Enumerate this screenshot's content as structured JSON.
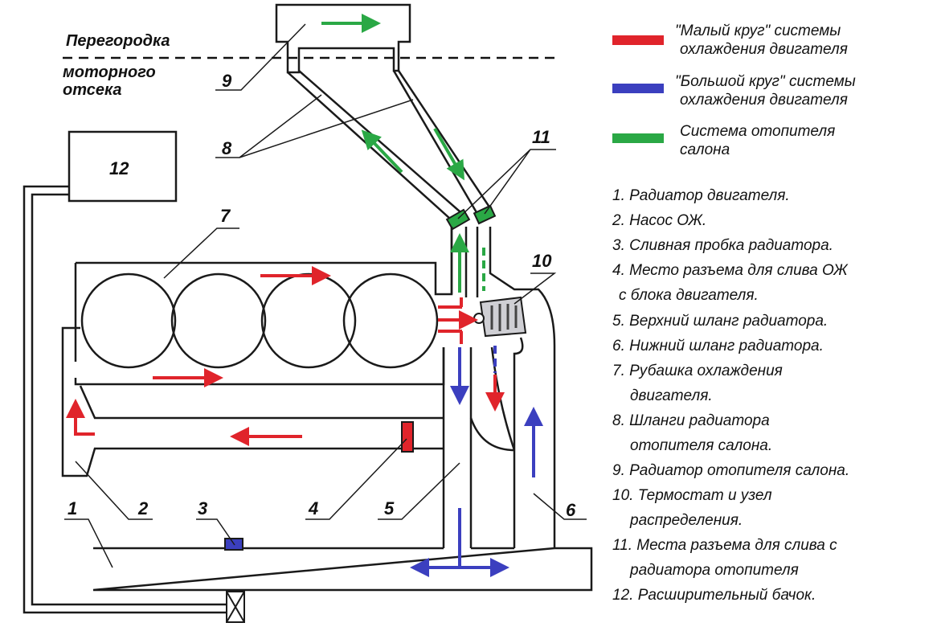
{
  "partition": {
    "line1": "Перегородка",
    "line2": "моторного",
    "line3": "отсека"
  },
  "callouts": {
    "n1": "1",
    "n2": "2",
    "n3": "3",
    "n4": "4",
    "n5": "5",
    "n6": "6",
    "n7": "7",
    "n8": "8",
    "n9": "9",
    "n10": "10",
    "n11": "11",
    "n12": "12"
  },
  "legend": [
    {
      "color": "#e0242b",
      "line1": "\"Малый круг\" системы",
      "line2": "охлаждения двигателя"
    },
    {
      "color": "#3b3fbf",
      "line1": "\"Большой круг\" системы",
      "line2": "охлаждения двигателя"
    },
    {
      "color": "#2aa845",
      "line1": "Система отопителя",
      "line2": "салона"
    }
  ],
  "parts": [
    {
      "line1": "1. Радиатор двигателя.",
      "line2": ""
    },
    {
      "line1": "2. Насос ОЖ.",
      "line2": ""
    },
    {
      "line1": "3. Сливная пробка радиатора.",
      "line2": ""
    },
    {
      "line1": "4. Место разъема для слива ОЖ",
      "line2": "с блока двигателя."
    },
    {
      "line1": "5. Верхний шланг радиатора.",
      "line2": ""
    },
    {
      "line1": "6. Нижний шланг радиатора.",
      "line2": ""
    },
    {
      "line1": "7. Рубашка охлаждения",
      "line2": "двигателя."
    },
    {
      "line1": "8. Шланги радиатора",
      "line2": "отопителя салона."
    },
    {
      "line1": "9. Радиатор отопителя салона.",
      "line2": ""
    },
    {
      "line1": "10. Термостат и узел",
      "line2": "распределения."
    },
    {
      "line1": "11. Места разъема для слива с",
      "line2": "радиатора отопителя"
    },
    {
      "line1": "12. Расширительный бачок.",
      "line2": ""
    }
  ],
  "colors": {
    "small_circuit": "#e0242b",
    "large_circuit": "#3b3fbf",
    "heater": "#2aa845",
    "outline": "#1a1a1a"
  }
}
